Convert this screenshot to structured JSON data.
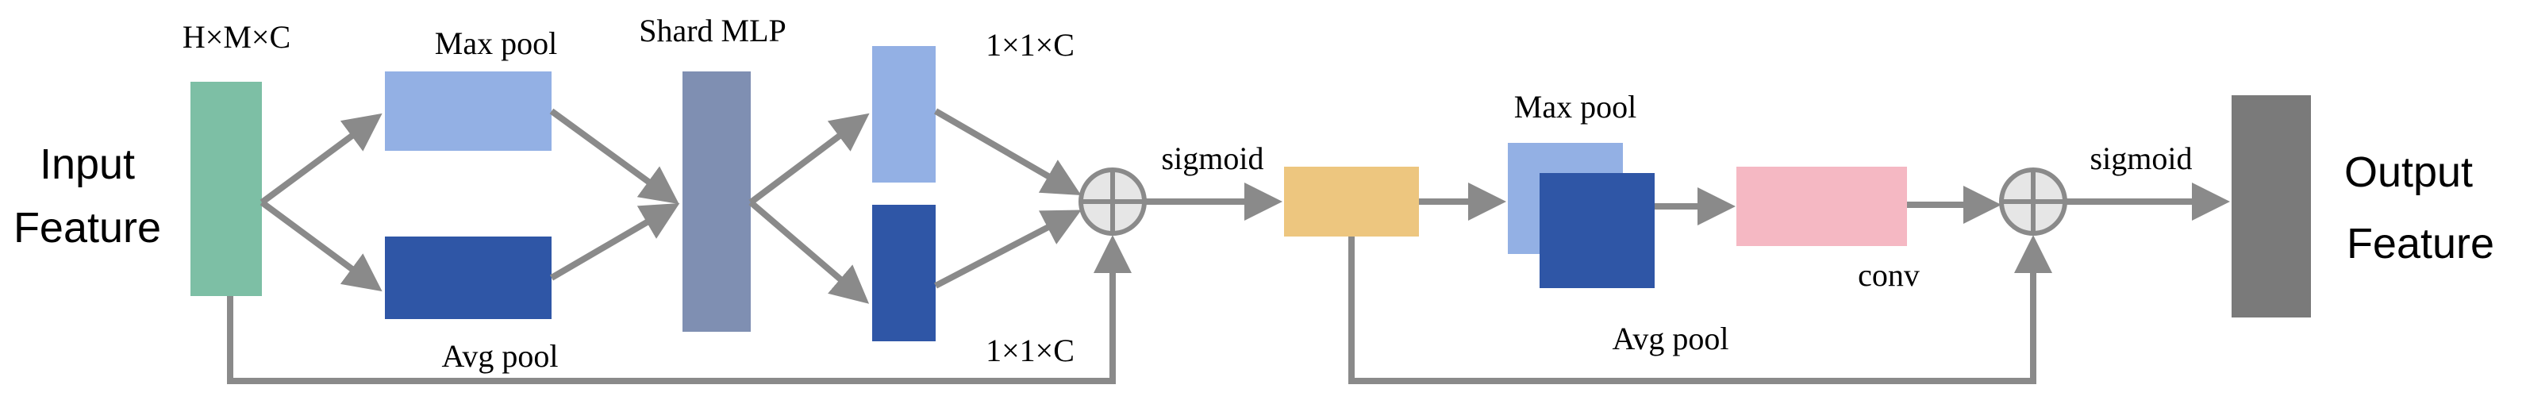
{
  "labels": {
    "input_feature_line1": "Input",
    "input_feature_line2": "Feature",
    "input_dims": "H×M×C",
    "max_pool_top": "Max pool",
    "avg_pool_top": "Avg pool",
    "shared_mlp": "Shard MLP",
    "channel_dims_top": "1×1×C",
    "channel_dims_bottom": "1×1×C",
    "sigmoid_1": "sigmoid",
    "max_pool_spatial": "Max pool",
    "avg_pool_spatial": "Avg pool",
    "conv": "conv",
    "sigmoid_2": "sigmoid",
    "output_feature_line1": "Output",
    "output_feature_line2": "Feature"
  },
  "colors": {
    "input_block": "#7dbfa5",
    "max_pool": "#93b0e4",
    "avg_pool": "#2f56a6",
    "mlp": "#7f8fb2",
    "sigmoid_block": "#edc67f",
    "conv_block": "#f5b8c3",
    "output_block": "#7a7a7a",
    "arrow": "#8a8a8a",
    "adder_fill": "#e6e6e6"
  }
}
